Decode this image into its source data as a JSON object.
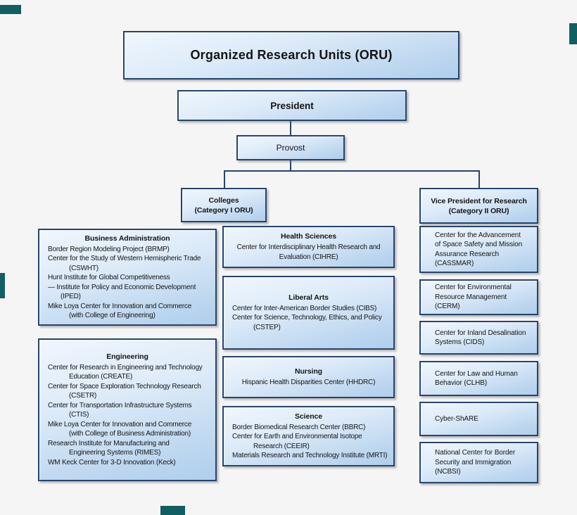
{
  "page": {
    "title": "Organized Research Units (ORU)"
  },
  "hierarchy": {
    "president": "President",
    "provost": "Provost",
    "colleges_header": {
      "line1": "Colleges",
      "line2": "(Category I ORU)"
    },
    "vp_header": {
      "line1": "Vice President for Research",
      "line2": "(Category II ORU)"
    }
  },
  "college_boxes": [
    {
      "key": "business-administration",
      "title": "Business Administration",
      "lines": [
        {
          "text": "Border Region Modeling Project (BRMP)",
          "ind": 0
        },
        {
          "text": "Center for the Study of Western Hemispheric Trade",
          "ind": 0
        },
        {
          "text": "(CSWHT)",
          "ind": 2
        },
        {
          "text": "Hunt Institute for Global Competitiveness",
          "ind": 0
        },
        {
          "text": "— Institute for Policy and Economic Development",
          "ind": 0
        },
        {
          "text": "(IPED)",
          "ind": 1
        },
        {
          "text": "Mike Loya Center for Innovation and Commerce",
          "ind": 0
        },
        {
          "text": "(with College of Engineering)",
          "ind": 2
        }
      ]
    },
    {
      "key": "engineering",
      "title": "Engineering",
      "lines": [
        {
          "text": "Center for Research in Engineering and Technology",
          "ind": 0
        },
        {
          "text": "Education (CREATE)",
          "ind": 2
        },
        {
          "text": "Center for Space Exploration Technology Research",
          "ind": 0
        },
        {
          "text": "(CSETR)",
          "ind": 2
        },
        {
          "text": "Center for Transportation Infrastructure Systems",
          "ind": 0
        },
        {
          "text": "(CTIS)",
          "ind": 2
        },
        {
          "text": "Mike Loya Center for Innovation and Commerce",
          "ind": 0
        },
        {
          "text": "(with College of Business Administration)",
          "ind": 2
        },
        {
          "text": "Research Institute for Manufacturing and",
          "ind": 0
        },
        {
          "text": "Engineering Systems (RIMES)",
          "ind": 2
        },
        {
          "text": "WM Keck Center for 3-D Innovation (Keck)",
          "ind": 0
        }
      ]
    },
    {
      "key": "health-sciences",
      "title": "Health Sciences",
      "lines": [
        {
          "text": "Center for Interdisciplinary Health Research and",
          "ind": 0
        },
        {
          "text": "Evaluation (CIHRE)",
          "ind": 0
        }
      ]
    },
    {
      "key": "liberal-arts",
      "title": "Liberal Arts",
      "lines": [
        {
          "text": "Center for Inter-American Border Studies (CIBS)",
          "ind": 0
        },
        {
          "text": "Center for Science, Technology, Ethics, and Policy",
          "ind": 0
        },
        {
          "text": "(CSTEP)",
          "ind": 2
        }
      ]
    },
    {
      "key": "nursing",
      "title": "Nursing",
      "lines": [
        {
          "text": "Hispanic Health Disparities Center (HHDRC)",
          "ind": 0
        }
      ]
    },
    {
      "key": "science",
      "title": "Science",
      "lines": [
        {
          "text": "Border Biomedical Research Center (BBRC)",
          "ind": 0
        },
        {
          "text": "Center for Earth and Environmental Isotope",
          "ind": 0
        },
        {
          "text": "Research (CEEIR)",
          "ind": 2
        },
        {
          "text": "Materials Research and Technology Institute (MRTI)",
          "ind": 0
        }
      ]
    }
  ],
  "research_boxes": [
    {
      "key": "cassmar",
      "lines": [
        "Center for the Advancement",
        "of Space Safety and Mission",
        "Assurance Research",
        "(CASSMAR)"
      ]
    },
    {
      "key": "cerm",
      "lines": [
        "Center for Environmental",
        "Resource Management",
        "(CERM)"
      ]
    },
    {
      "key": "cids",
      "lines": [
        "Center for Inland Desalination",
        "Systems (CIDS)"
      ]
    },
    {
      "key": "clhb",
      "lines": [
        "Center for Law and Human",
        "Behavior (CLHB)"
      ]
    },
    {
      "key": "cyber-share",
      "lines": [
        "Cyber-ShARE"
      ]
    },
    {
      "key": "ncbsi",
      "lines": [
        "National Center for Border",
        "Security and Immigration",
        "(NCBSI)"
      ]
    }
  ],
  "colors": {
    "background": "#f5f5f6",
    "box_border": "#26456b",
    "box_fill_top": "#f0f6fd",
    "box_fill_bottom": "#b0cfec",
    "connector": "#26456b",
    "edge_artifact_teal": "#115e63"
  }
}
